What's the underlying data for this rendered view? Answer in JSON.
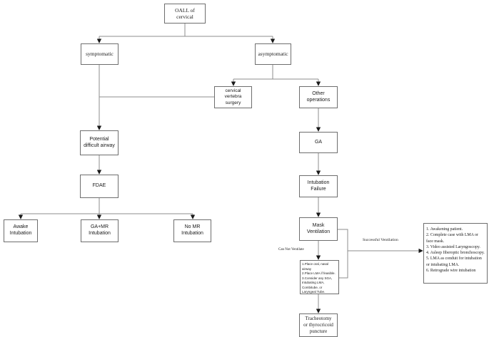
{
  "nodes": {
    "oall": {
      "label": "OALL of\ncervical"
    },
    "symptomatic": {
      "label": "symptomatic"
    },
    "asymptomatic": {
      "label": "asymptomatic"
    },
    "cervical_vertebra_surgery": {
      "label": "cervical\nvertebra\nsurgery"
    },
    "other_operations": {
      "label": "Other\noperations"
    },
    "potential_difficult_airway": {
      "label": "Potential\ndifficult airway"
    },
    "fdae": {
      "label": "FDAE"
    },
    "awake_intubation": {
      "label": "Awake\nIntubation"
    },
    "ga_mr_intubation": {
      "label": "GA+MR\nIntubation"
    },
    "no_mr_intubation": {
      "label": "No MR\nIntubation"
    },
    "ga": {
      "label": "GA"
    },
    "intubation_failure": {
      "label": "Intubation\nFailure"
    },
    "mask_ventilation": {
      "label": "Mask\nVentilation"
    },
    "airway_rescue_steps": {
      "label": "1.Place oral, nasal airway\n2.Place LMA if feasible.\n3.Consider any SGA,\nIntubating LMA,\nCombitube, or\nLaryngeal Tube."
    },
    "tracheotomy": {
      "label": "Tracheotomy\nor thyrocricoid\npuncture"
    },
    "ventilation_options": {
      "label": "1. Awakening patient.\n2. Complete case with LMA or face mask.\n3. Video assisted Laryngoscopy.\n4. Asleep fiberoptic bronchoscopy.\n5. LMA as conduit for intubation or intubating LMA.\n6. Retrograde wire intubation"
    }
  },
  "edge_labels": {
    "can_not_ventilate": "Can Not Ventilate",
    "successful_ventilation": "Successful Ventilation"
  },
  "colors": {
    "line": "#8c8c8c",
    "arrowhead": "#1a1a1a",
    "box_border": "#6e6e6e",
    "text": "#1a1a1a",
    "background": "#ffffff"
  }
}
